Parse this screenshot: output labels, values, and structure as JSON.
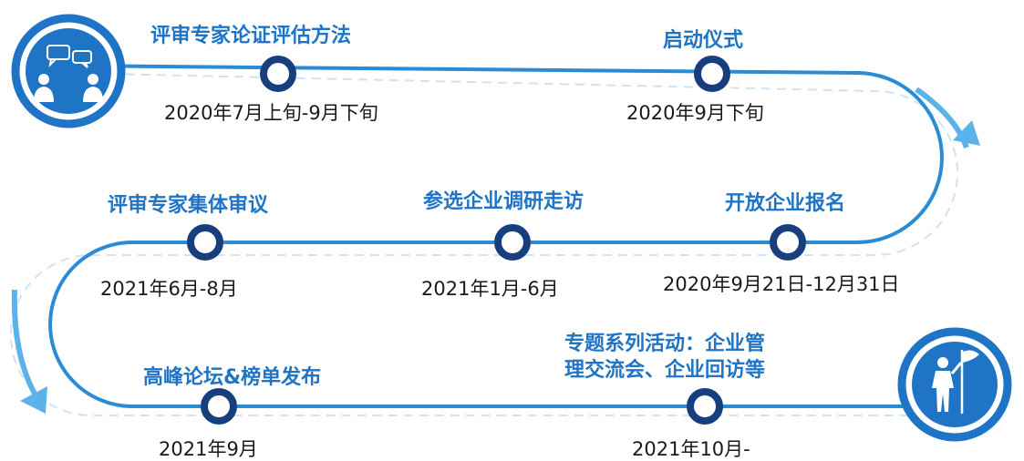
{
  "colors": {
    "primary": "#1f74c6",
    "line": "#2a8bd7",
    "dashed": "#cfe3f5",
    "arrow": "#5cb3ea",
    "node_ring": "#173f7e",
    "text": "#1a1a1a"
  },
  "icons": {
    "start": "consultation-people-icon",
    "end": "person-with-flag-icon"
  },
  "milestones": [
    {
      "title": "评审专家论证评估方法",
      "date": "2020年7月上旬-9月下旬"
    },
    {
      "title": "启动仪式",
      "date": "2020年9月下旬"
    },
    {
      "title": "开放企业报名",
      "date": "2020年9月21日-12月31日"
    },
    {
      "title": "参选企业调研走访",
      "date": "2021年1月-6月"
    },
    {
      "title": "评审专家集体审议",
      "date": "2021年6月-8月"
    },
    {
      "title": "高峰论坛&榜单发布",
      "date": "2021年9月"
    },
    {
      "title_line1": "专题系列活动：企业管",
      "title_line2": "理交流会、企业回访等",
      "date": "2021年10月-"
    }
  ]
}
